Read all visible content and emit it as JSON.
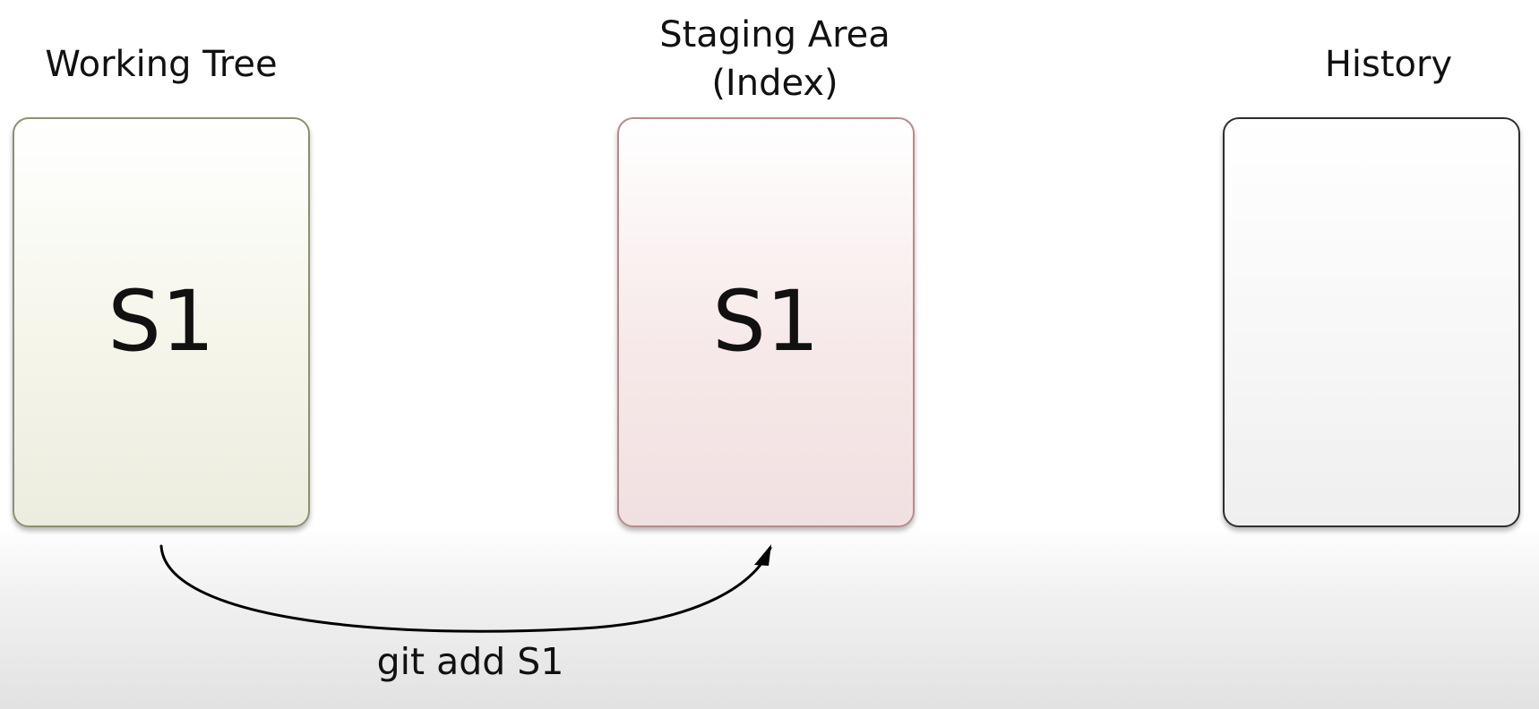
{
  "diagram": {
    "columns": [
      {
        "title": "Working Tree",
        "file": "S1",
        "accent": "#8e9070"
      },
      {
        "title": "Staging Area\n(Index)",
        "file": "S1",
        "accent": "#b78b8b"
      },
      {
        "title": "History",
        "file": "",
        "accent": "#2e2e2e"
      }
    ],
    "command": "git add S1",
    "arrow_color": "#000000"
  }
}
